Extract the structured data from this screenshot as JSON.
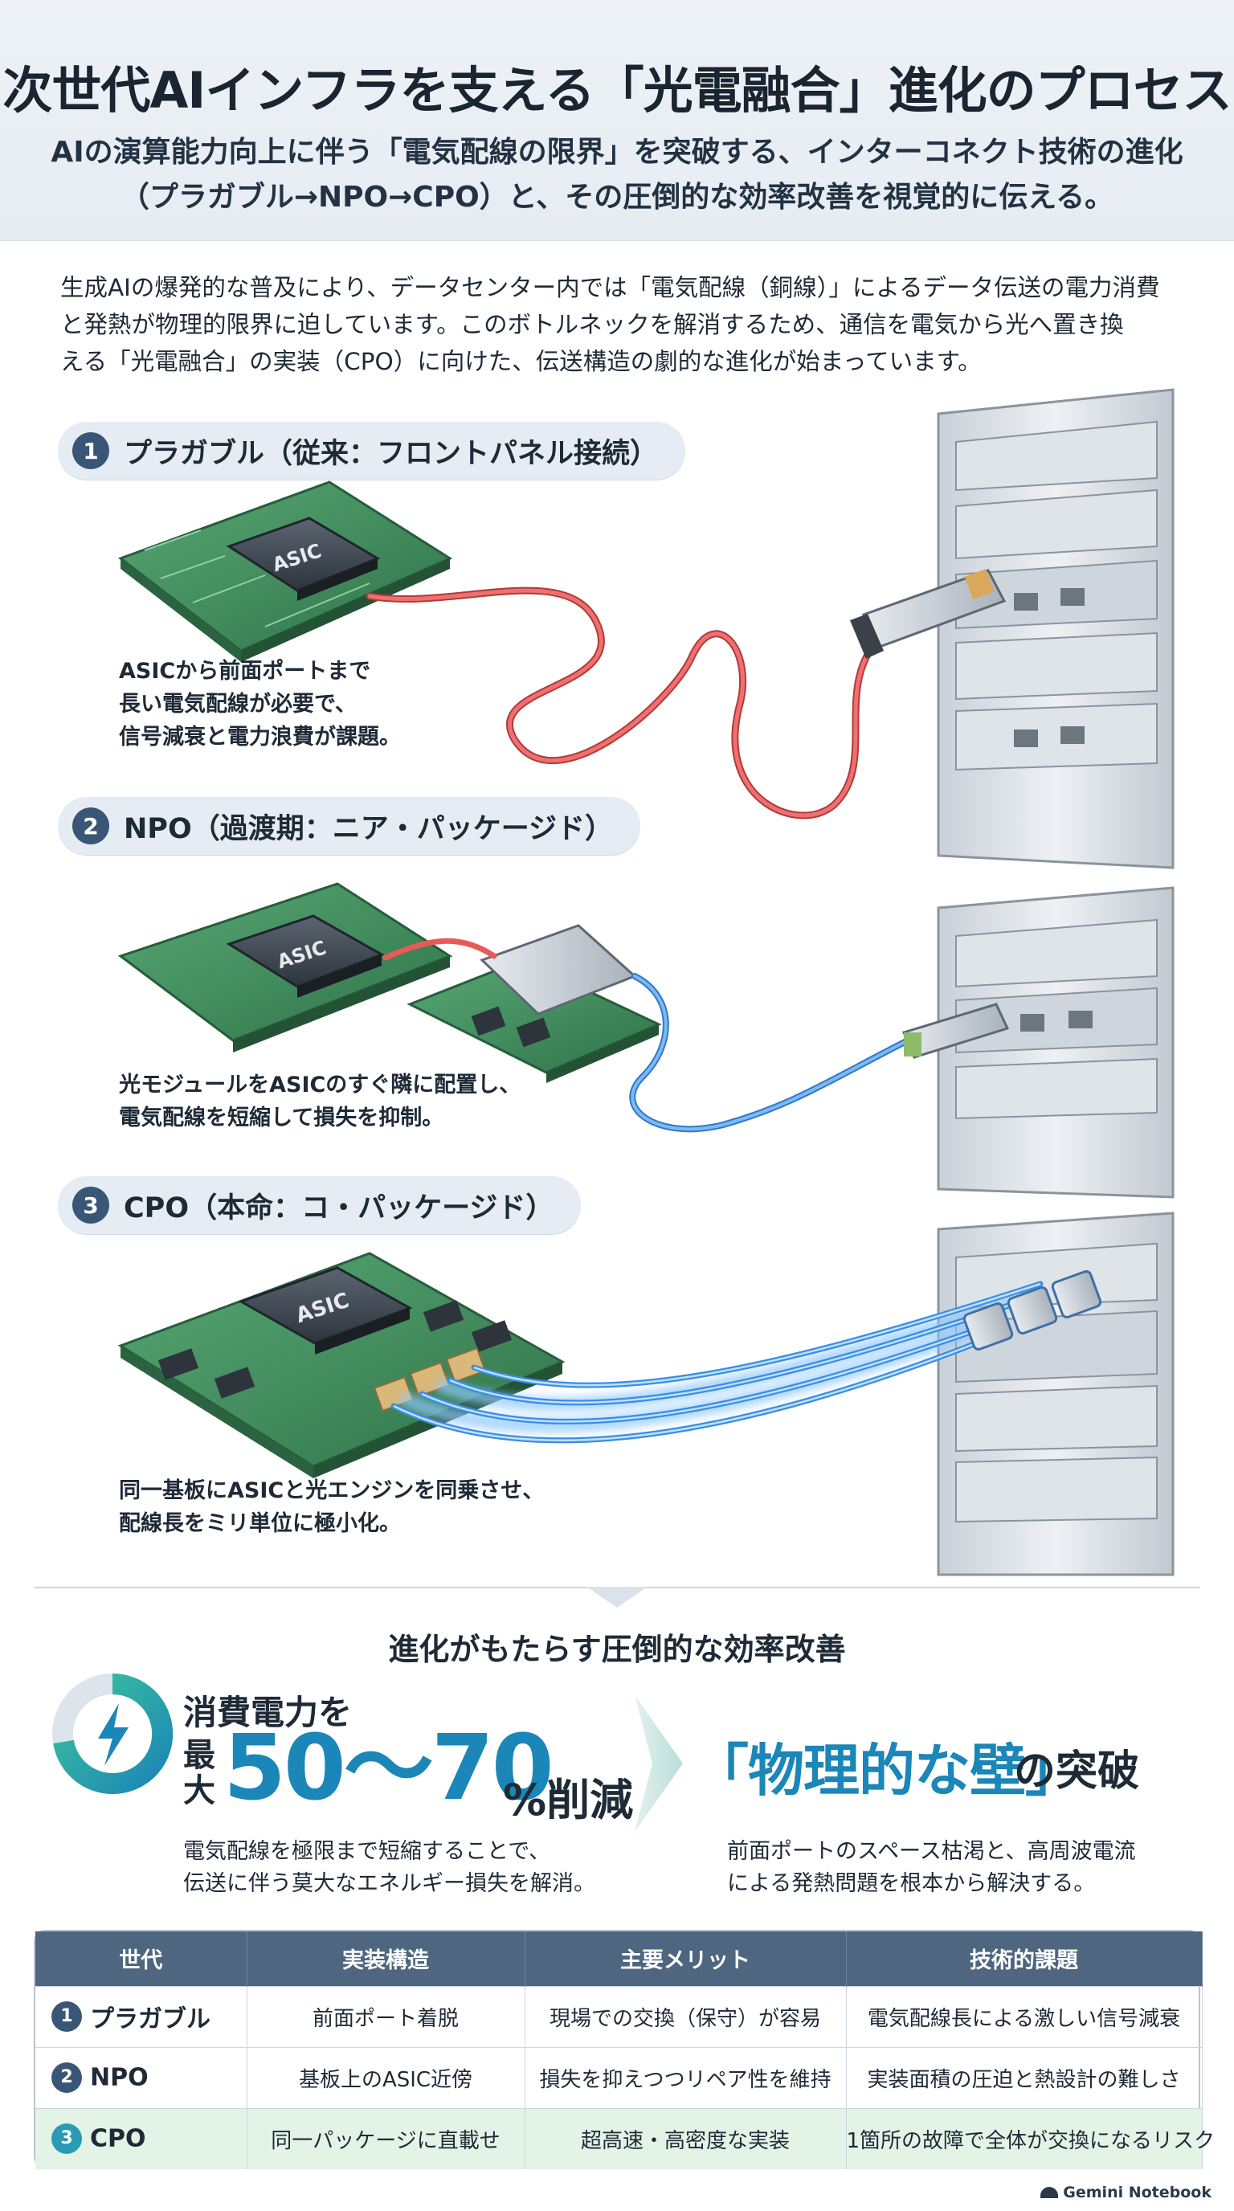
{
  "header": {
    "title": "次世代AIインフラを支える「光電融合」進化のプロセス",
    "subtitle_line1": "AIの演算能力向上に伴う「電気配線の限界」を突破する、インターコネクト技術の進化",
    "subtitle_line2": "（プラガブル→NPO→CPO）と、その圧倒的な効率改善を視覚的に伝える。"
  },
  "intro": {
    "line1": "生成AIの爆発的な普及により、データセンター内では「電気配線（銅線）」によるデータ伝送の電力消費",
    "line2": "と発熱が物理的限界に迫しています。このボトルネックを解消するため、通信を電気から光へ置き換",
    "line3": "える「光電融合」の実装（CPO）に向けた、伝送構造の劇的な進化が始まっています。"
  },
  "stages": [
    {
      "num": "1",
      "label": "プラガブル（従来：フロントパネル接続）",
      "chip": "ASIC",
      "note_line1": "ASICから前面ポートまで",
      "note_line2": "長い電気配線が必要で、",
      "note_line3": "信号減衰と電力浪費が課題。"
    },
    {
      "num": "2",
      "label": "NPO（過渡期：ニア・パッケージド）",
      "chip": "ASIC",
      "note_line1": "光モジュールをASICのすぐ隣に配置し、",
      "note_line2": "電気配線を短縮して損失を抑制。"
    },
    {
      "num": "3",
      "label": "CPO（本命：コ・パッケージド）",
      "chip": "ASIC",
      "note_line1": "同一基板にASICと光エンジンを同乗させ、",
      "note_line2": "配線長をミリ単位に極小化。"
    }
  ],
  "efficiency": {
    "heading": "進化がもたらす圧倒的な効率改善",
    "power_line1": "消費電力を",
    "power_max": "最大",
    "power_range": "50〜70",
    "power_unit": "%削減",
    "power_desc_line1": "電気配線を極限まで短縮することで、",
    "power_desc_line2": "伝送に伴う莫大なエネルギー損失を解消。",
    "wall_text": "「物理的な壁」",
    "wall_suffix": "の突破",
    "wall_desc_line1": "前面ポートのスペース枯渇と、高周波電流",
    "wall_desc_line2": "による発熱問題を根本から解決する。"
  },
  "table": {
    "headers": [
      "世代",
      "実装構造",
      "主要メリット",
      "技術的課題"
    ],
    "rows": [
      {
        "num": "1",
        "gen": "プラガブル",
        "structure": "前面ポート着脱",
        "merit": "現場での交換（保守）が容易",
        "issue": "電気配線長による激しい信号減衰"
      },
      {
        "num": "2",
        "gen": "NPO",
        "structure": "基板上のASIC近傍",
        "merit": "損失を抑えつつリペア性を維持",
        "issue": "実装面積の圧迫と熱設計の難しさ"
      },
      {
        "num": "3",
        "gen": "CPO",
        "structure": "同一パッケージに直載せ",
        "merit": "超高速・高密度な実装",
        "issue": "1箇所の故障で全体が交換になるリスク"
      }
    ]
  },
  "brand": "Gemini Notebook",
  "colors": {
    "accent": "#1b86b8",
    "electric": "#e85a5a",
    "optical": "#3d8fe0",
    "pcb": "#3f8b5a",
    "header_bg": "#e8eef4"
  }
}
